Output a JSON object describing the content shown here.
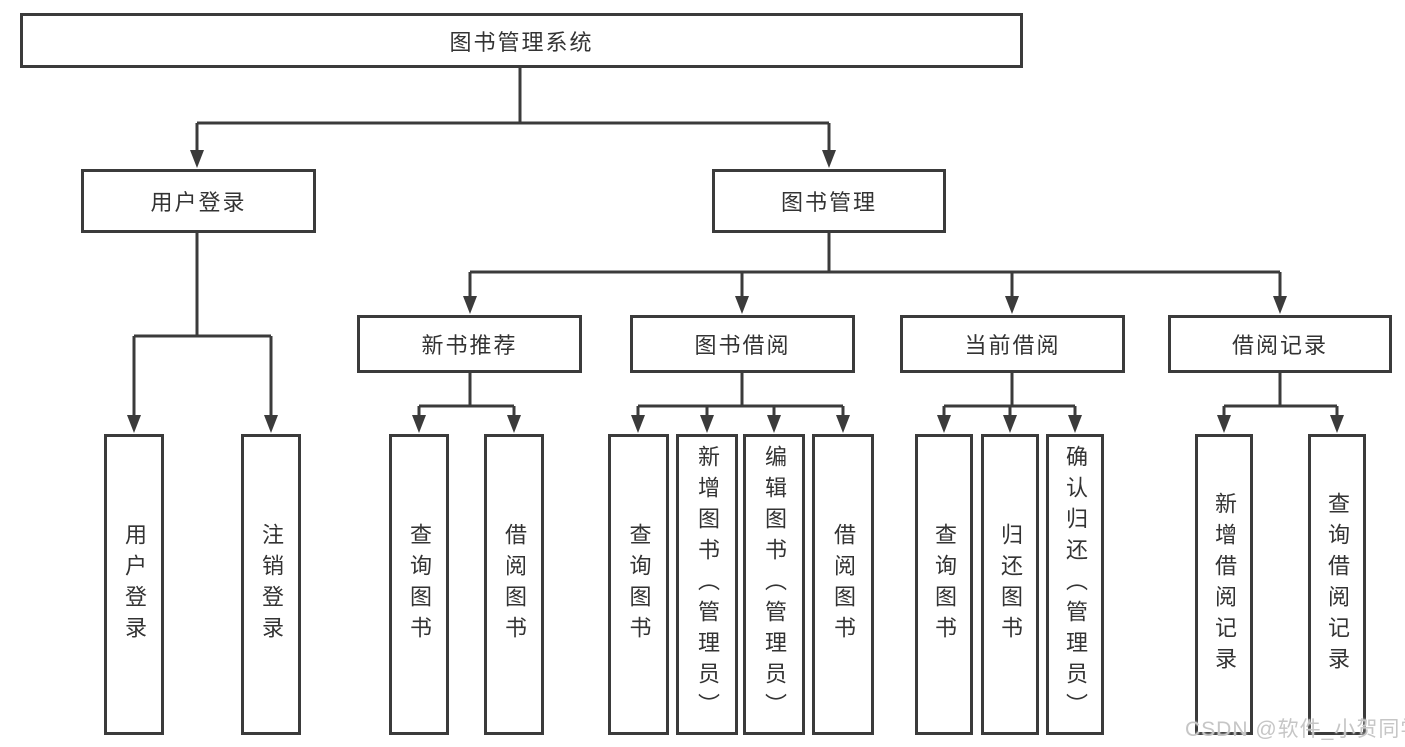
{
  "diagram": {
    "root": {
      "label": "图书管理系统"
    },
    "level2": [
      {
        "label": "用户登录"
      },
      {
        "label": "图书管理"
      }
    ],
    "level3": [
      {
        "label": "新书推荐"
      },
      {
        "label": "图书借阅"
      },
      {
        "label": "当前借阅"
      },
      {
        "label": "借阅记录"
      }
    ],
    "leaves": {
      "user_login": [
        "用户登录",
        "注销登录"
      ],
      "new_books": [
        "查询图书",
        "借阅图书"
      ],
      "book_borrow": [
        "查询图书",
        "新增图书（管理员）",
        "编辑图书（管理员）",
        "借阅图书"
      ],
      "current_borrow": [
        "查询图书",
        "归还图书",
        "确认归还（管理员）"
      ],
      "borrow_records": [
        "新增借阅记录",
        "查询借阅记录"
      ]
    }
  },
  "watermark": {
    "text": "CSDN @软件_小贺同学"
  },
  "colors": {
    "line": "#3b3b3b",
    "text": "#333333",
    "background": "#ffffff",
    "watermark": "#c6c6c6"
  }
}
